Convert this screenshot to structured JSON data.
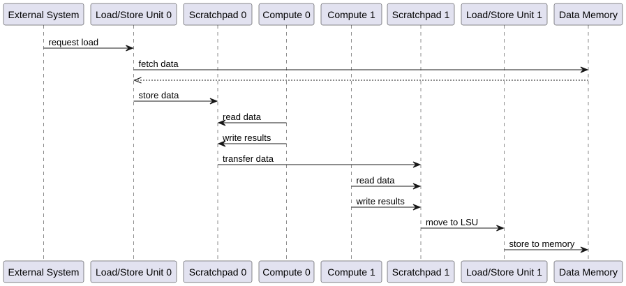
{
  "participants": [
    {
      "id": "ext",
      "label": "External System"
    },
    {
      "id": "lsu0",
      "label": "Load/Store Unit 0"
    },
    {
      "id": "sp0",
      "label": "Scratchpad 0"
    },
    {
      "id": "c0",
      "label": "Compute 0"
    },
    {
      "id": "c1",
      "label": "Compute 1"
    },
    {
      "id": "sp1",
      "label": "Scratchpad 1"
    },
    {
      "id": "lsu1",
      "label": "Load/Store Unit 1"
    },
    {
      "id": "dm",
      "label": "Data Memory"
    }
  ],
  "messages": [
    {
      "from": "ext",
      "to": "lsu0",
      "label": "request load",
      "style": "solid"
    },
    {
      "from": "lsu0",
      "to": "dm",
      "label": "fetch data",
      "style": "solid"
    },
    {
      "from": "dm",
      "to": "lsu0",
      "label": "",
      "style": "dotted"
    },
    {
      "from": "lsu0",
      "to": "sp0",
      "label": "store data",
      "style": "solid"
    },
    {
      "from": "c0",
      "to": "sp0",
      "label": "read data",
      "style": "solid"
    },
    {
      "from": "c0",
      "to": "sp0",
      "label": "write results",
      "style": "solid"
    },
    {
      "from": "sp0",
      "to": "sp1",
      "label": "transfer data",
      "style": "solid"
    },
    {
      "from": "c1",
      "to": "sp1",
      "label": "read data",
      "style": "solid"
    },
    {
      "from": "c1",
      "to": "sp1",
      "label": "write results",
      "style": "solid"
    },
    {
      "from": "sp1",
      "to": "lsu1",
      "label": "move to LSU",
      "style": "solid"
    },
    {
      "from": "lsu1",
      "to": "dm",
      "label": "store to memory",
      "style": "solid"
    }
  ]
}
